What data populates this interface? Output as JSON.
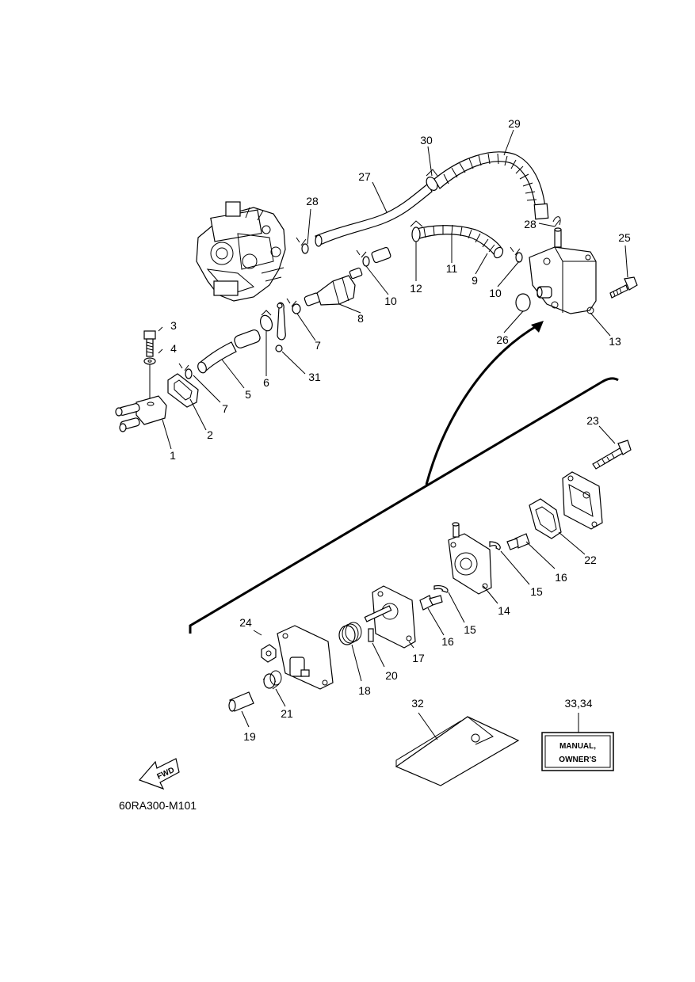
{
  "labels": {
    "p1": "1",
    "p2": "2",
    "p3": "3",
    "p4": "4",
    "p5": "5",
    "p6": "6",
    "p7a": "7",
    "p7b": "7",
    "p8": "8",
    "p9": "9",
    "p10a": "10",
    "p10b": "10",
    "p11": "11",
    "p12": "12",
    "p13": "13",
    "p14": "14",
    "p15a": "15",
    "p15b": "15",
    "p16a": "16",
    "p16b": "16",
    "p17": "17",
    "p18": "18",
    "p19": "19",
    "p20": "20",
    "p21": "21",
    "p22": "22",
    "p23": "23",
    "p24": "24",
    "p25": "25",
    "p26": "26",
    "p27": "27",
    "p28a": "28",
    "p28b": "28",
    "p29": "29",
    "p30": "30",
    "p31": "31",
    "p32": "32",
    "p3334": "33,34"
  },
  "manual_box": {
    "line1": "MANUAL,",
    "line2": "OWNER'S"
  },
  "fwd_label": "FWD",
  "diagram_code": "60RA300-M101"
}
